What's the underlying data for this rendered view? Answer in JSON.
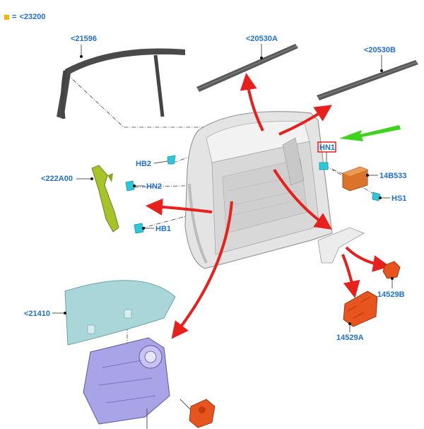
{
  "legend": {
    "equals": "=",
    "ref": "<23200",
    "color": "#f5b800"
  },
  "labels": {
    "p21596": "<21596",
    "p20530a": "<20530A",
    "p20530b": "<20530B",
    "hb2": "HB2",
    "hn1": "HN1",
    "p14b533": "14B533",
    "p222a00": "<222A00",
    "hn2": "HN2",
    "hs1": "HS1",
    "hb1": "HB1",
    "p21410": "<21410",
    "p14529b": "14529B",
    "p14529a": "14529A"
  },
  "colors": {
    "label": "#1f6fd6",
    "arrow_red": "#e8201b",
    "arrow_green": "#3fd21e",
    "highlight_box": "#e8201b",
    "bracket": "#a6c42a",
    "clip": "#2ec7d8",
    "glass": "#a9d6d8",
    "regulator": "#a9a3e8",
    "motor": "#e8541e",
    "module": "#d9742a"
  }
}
